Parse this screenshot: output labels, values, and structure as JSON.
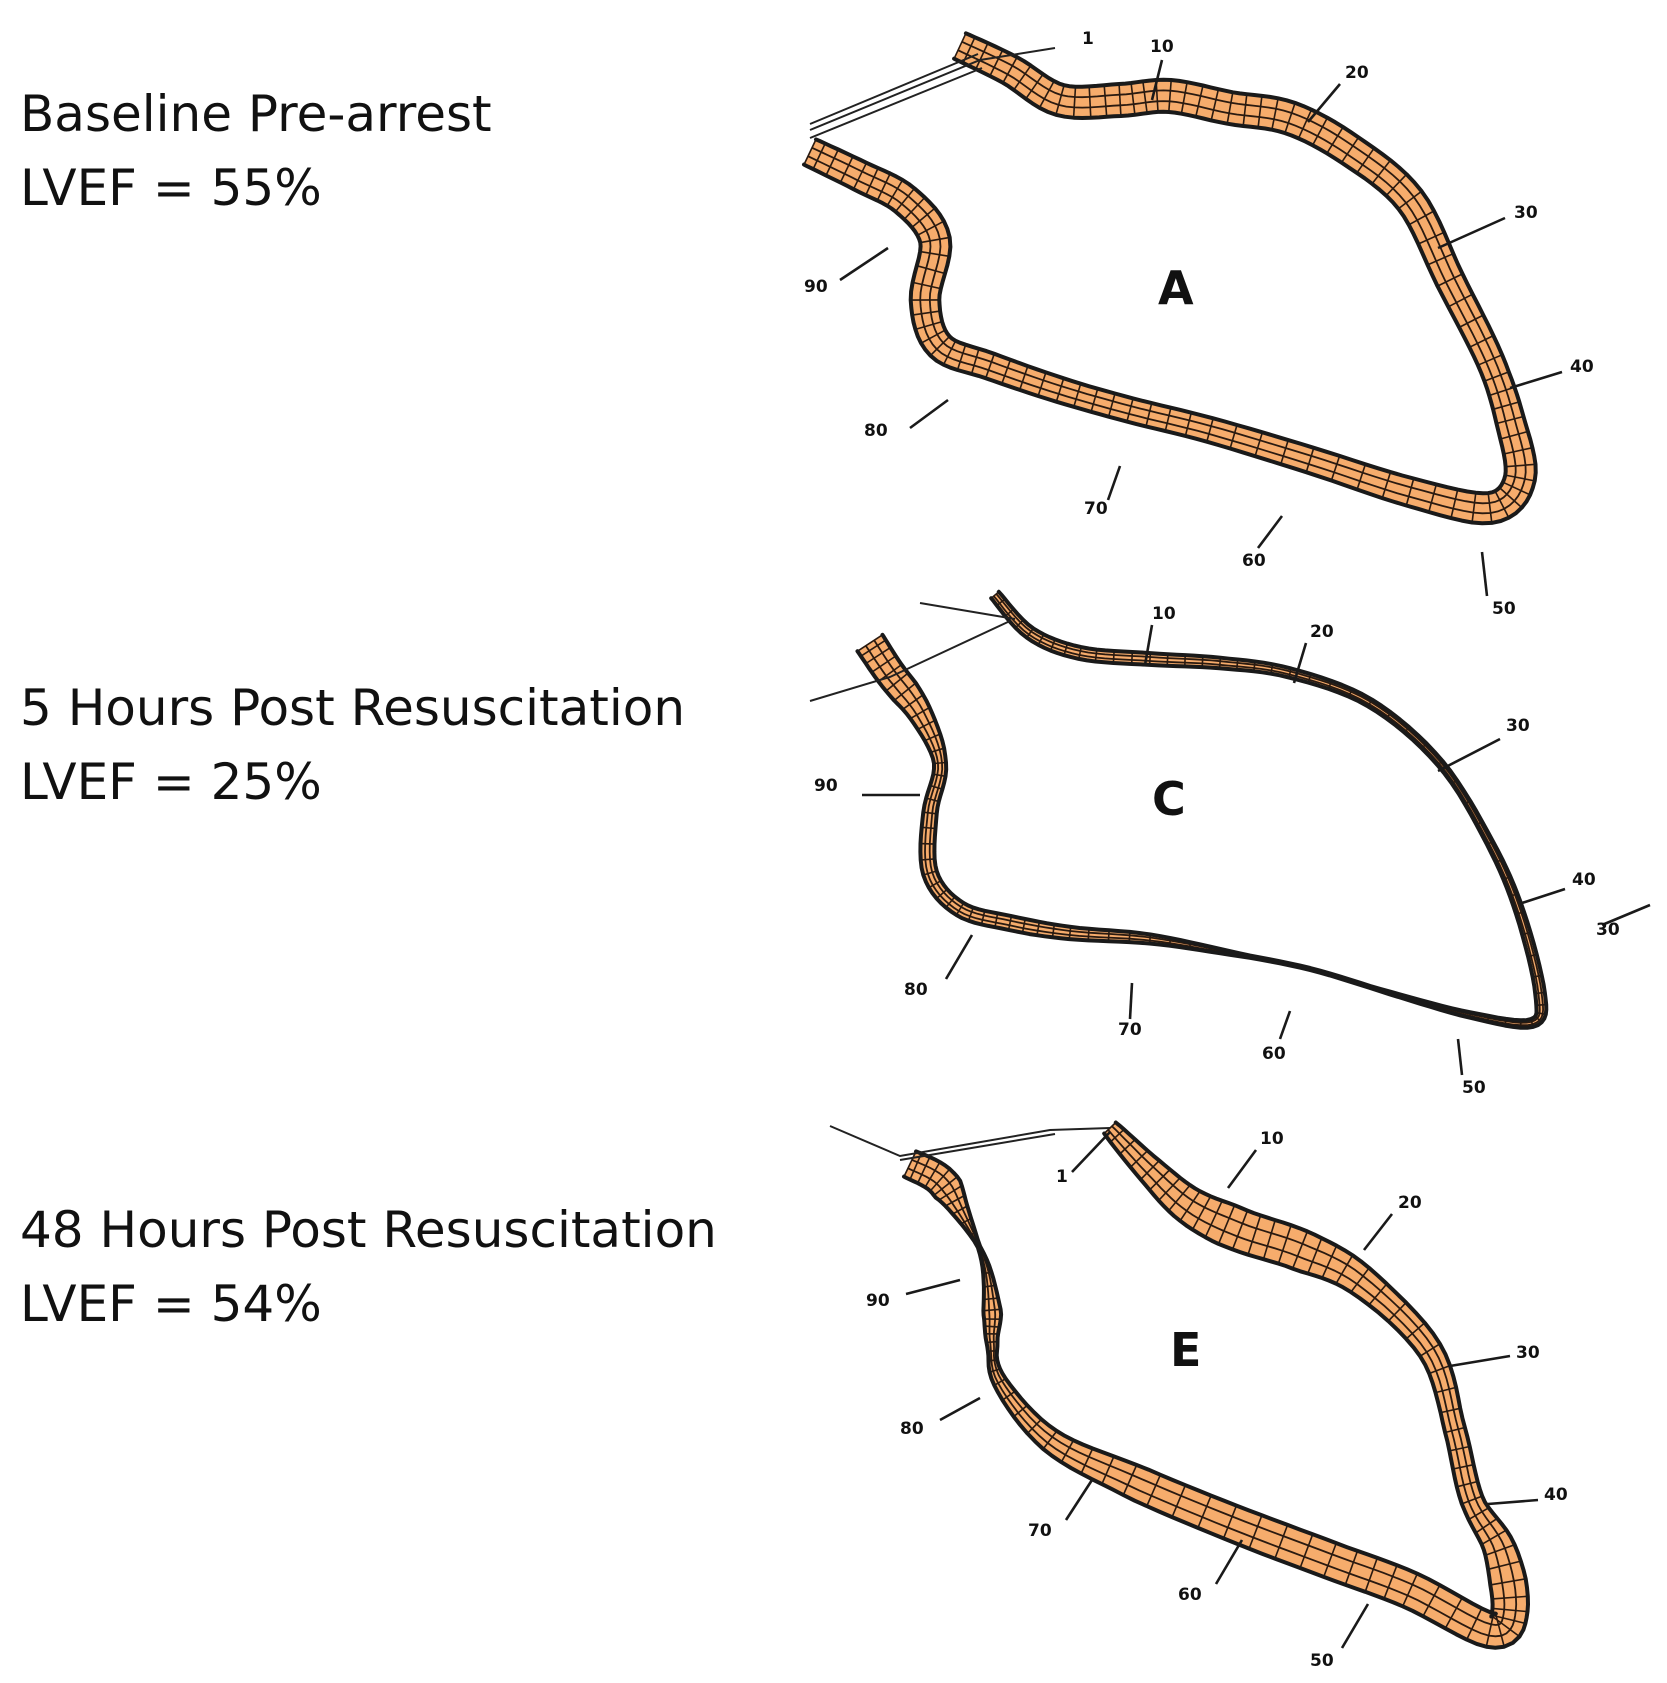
{
  "panels": [
    {
      "id": "A",
      "title": "Baseline Pre-arrest",
      "lvef": "LVEF = 55%",
      "letter": "A",
      "ticks": [
        "1",
        "10",
        "20",
        "30",
        "40",
        "50",
        "60",
        "70",
        "80",
        "90"
      ]
    },
    {
      "id": "C",
      "title": "5 Hours Post Resuscitation",
      "lvef": "LVEF = 25%",
      "letter": "C",
      "ticks": [
        "10",
        "20",
        "30",
        "40",
        "50",
        "60",
        "70",
        "80",
        "90",
        "30"
      ]
    },
    {
      "id": "E",
      "title": "48 Hours Post Resuscitation",
      "lvef": "LVEF = 54%",
      "letter": "E",
      "ticks": [
        "1",
        "10",
        "20",
        "30",
        "40",
        "50",
        "60",
        "70",
        "80",
        "90"
      ]
    }
  ],
  "colors": {
    "wall_fill": "#f6ac6c",
    "outline": "#1a1a1a",
    "background": "#ffffff"
  },
  "wall_thickness": {
    "A": [
      28,
      30,
      32,
      32,
      32,
      30,
      28,
      26,
      30,
      30,
      26,
      24,
      24,
      26,
      28,
      30,
      30,
      28
    ],
    "C": [
      10,
      12,
      12,
      10,
      8,
      6,
      8,
      10,
      6,
      2,
      2,
      10,
      14,
      14,
      14,
      12,
      28,
      30
    ],
    "E": [
      16,
      30,
      42,
      40,
      26,
      20,
      22,
      36,
      34,
      36,
      36,
      34,
      20,
      8,
      18,
      2,
      30,
      28
    ]
  }
}
